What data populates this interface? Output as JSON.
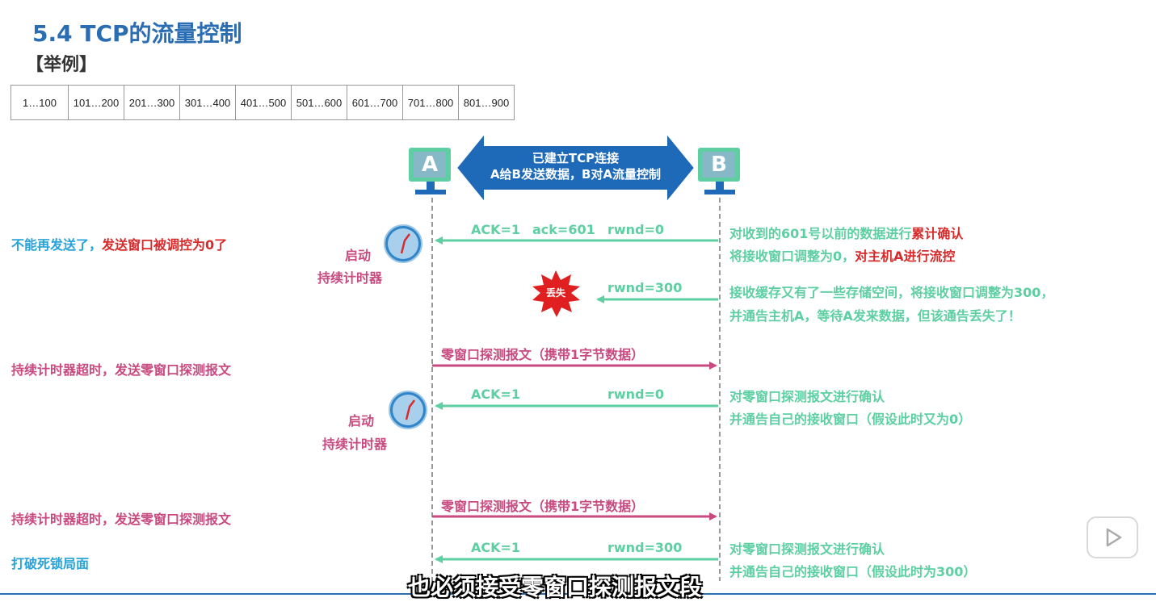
{
  "title": "5.4 TCP的流量控制",
  "subtitle": "【举例】",
  "sequence_ranges": [
    "1…100",
    "101…200",
    "201…300",
    "301…400",
    "401…500",
    "501…600",
    "601…700",
    "701…800",
    "801…900"
  ],
  "hosts": {
    "a": "A",
    "b": "B"
  },
  "connection": {
    "line1": "已建立TCP连接",
    "line2": "A给B发送数据，B对A流量控制"
  },
  "messages": {
    "m1_ack": "ACK=1",
    "m1_acknum": "ack=601",
    "m1_rwnd": "rwnd=0",
    "m2_rwnd": "rwnd=300",
    "m3_probe": "零窗口探测报文（携带1字节数据）",
    "m4_ack": "ACK=1",
    "m4_rwnd": "rwnd=0",
    "m5_probe": "零窗口探测报文（携带1字节数据）",
    "m6_ack": "ACK=1",
    "m6_rwnd": "rwnd=300"
  },
  "lost_label": "丢失",
  "timer_labels": {
    "start": "启动",
    "timer": "持续计时器"
  },
  "left_notes": {
    "n1_part1": "不能再发送了，",
    "n1_part2": "发送窗口被调控为0了",
    "n2": "持续计时器超时，发送零窗口探测报文",
    "n3": "持续计时器超时，发送零窗口探测报文",
    "n4": "打破死锁局面"
  },
  "right_notes": {
    "r1_part1": "对收到的601号以前的数据进行",
    "r1_part2": "累计确认",
    "r2_part1": "将接收窗口调整为0，",
    "r2_part2": "对主机A进行流控",
    "r3_line1": "接收缓存又有了一些存储空间，将接收窗口调整为300，",
    "r3_line2": "并通告主机A，等待A发来数据，但该通告丢失了！",
    "r4_line1": "对零窗口探测报文进行确认",
    "r4_line2": "并通告自己的接收窗口（假设此时又为0）",
    "r5_line1": "对零窗口探测报文进行确认",
    "r5_line2": "并通告自己的接收窗口（假设此时为300）"
  },
  "subtitle_caption": "也必须接受零窗口探测报文段",
  "colors": {
    "green": "#5dcfa2",
    "blue": "#27a3da",
    "red": "#d82a2a",
    "pink": "#c94a80",
    "title": "#2a6db3"
  }
}
